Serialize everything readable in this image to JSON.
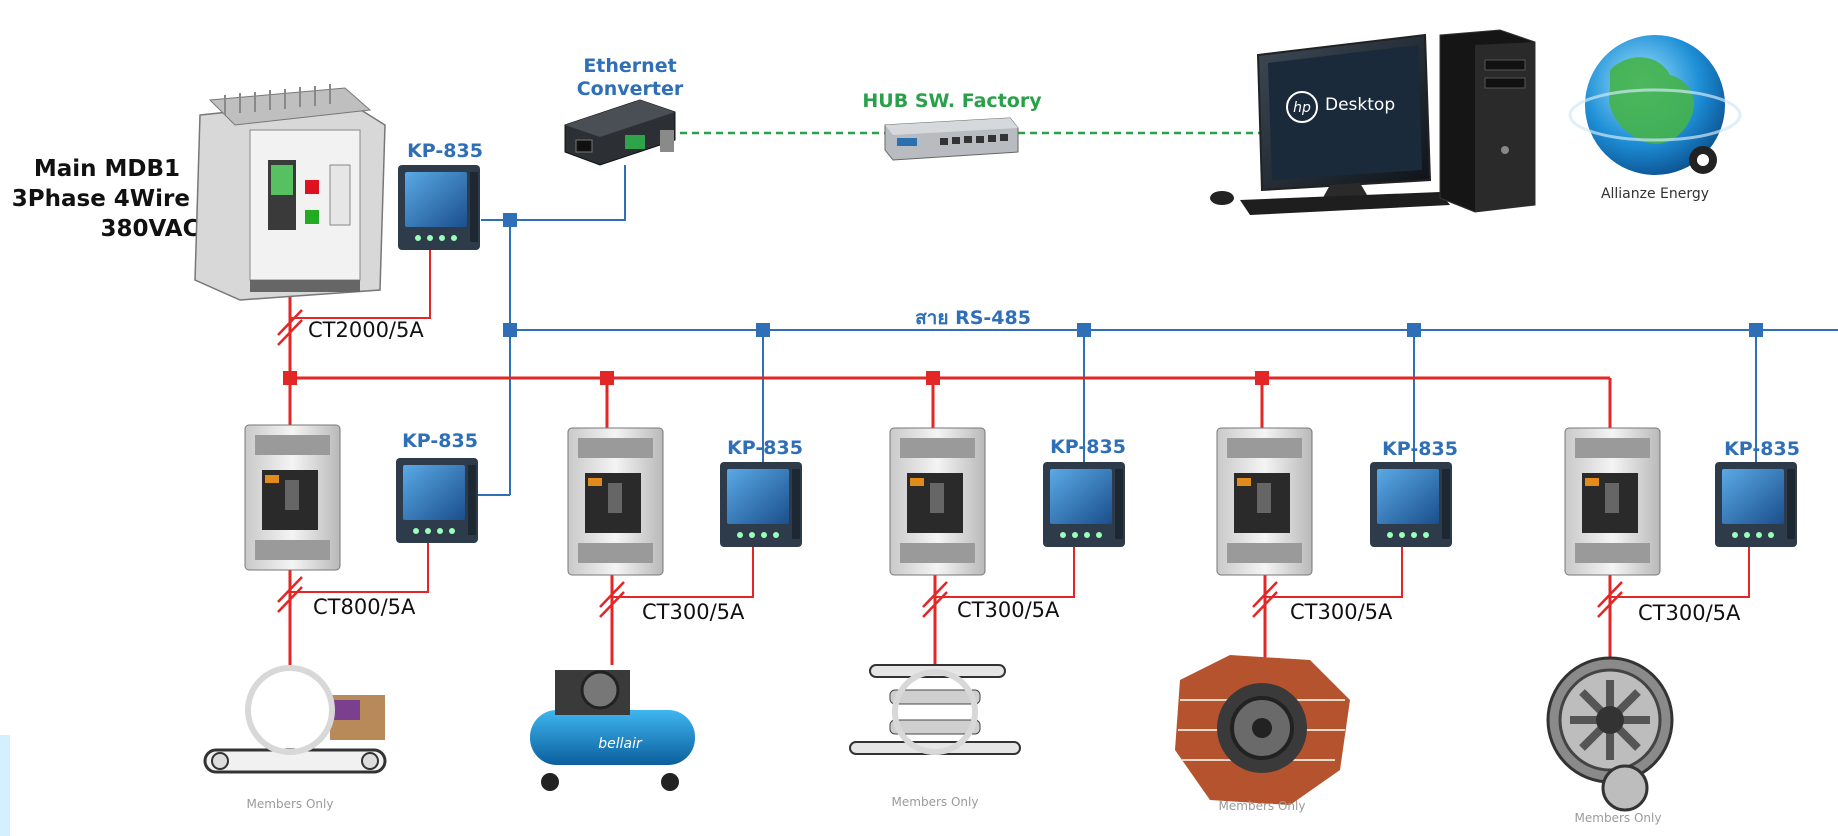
{
  "main_panel": {
    "label_lines": [
      "Main MDB1",
      "3Phase 4Wire",
      "380VAC"
    ],
    "meter_label": "KP-835",
    "ct_label": "CT2000/5A"
  },
  "network": {
    "ethernet_converter_lines": [
      "Ethernet",
      "Converter"
    ],
    "hub_label": "HUB SW. Factory",
    "desktop_brand": "Desktop",
    "globe_label": "Allianze Energy",
    "rs485_label": "สาย RS-485"
  },
  "feeders": [
    {
      "meter_label": "KP-835",
      "ct_label": "CT800/5A",
      "load": "conveyor-icon",
      "watermark": "Members Only"
    },
    {
      "meter_label": "KP-835",
      "ct_label": "CT300/5A",
      "load": "air-compressor-icon",
      "watermark": ""
    },
    {
      "meter_label": "KP-835",
      "ct_label": "CT300/5A",
      "load": "roller-conveyor-icon",
      "watermark": "Members Only"
    },
    {
      "meter_label": "KP-835",
      "ct_label": "CT300/5A",
      "load": "gear-wall-icon",
      "watermark": "Members Only"
    },
    {
      "meter_label": "KP-835",
      "ct_label": "CT300/5A",
      "load": "gear-icon",
      "watermark": "Members Only"
    }
  ],
  "compressor_brand": "bellair",
  "colors": {
    "rs485_line": "#2f6fb7",
    "power_line": "#e32626",
    "ethernet_line": "#2aa04a",
    "label_blue": "#2f6fb7",
    "label_green": "#2aa04a"
  }
}
